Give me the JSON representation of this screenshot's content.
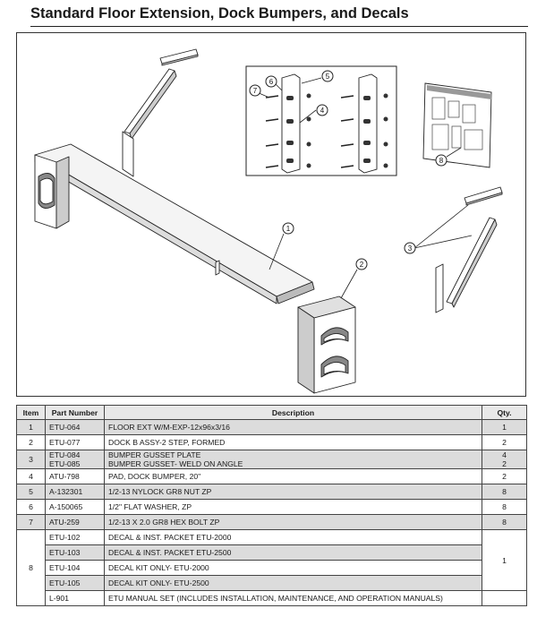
{
  "title": "Standard Floor Extension, Dock Bumpers, and Decals",
  "callouts": [
    "1",
    "2",
    "3",
    "4",
    "5",
    "6",
    "7",
    "8"
  ],
  "table": {
    "headers": {
      "item": "Item",
      "part": "Part Number",
      "desc": "Description",
      "qty": "Qty."
    },
    "rows": [
      {
        "item": "1",
        "parts": [
          "ETU-064"
        ],
        "descs": [
          "FLOOR EXT W/M-EXP-12x96x3/16"
        ],
        "qtys": [
          "1"
        ]
      },
      {
        "item": "2",
        "parts": [
          "ETU-077"
        ],
        "descs": [
          "DOCK B ASSY-2 STEP, FORMED"
        ],
        "qtys": [
          "2"
        ]
      },
      {
        "item": "3",
        "parts": [
          "ETU-084",
          "ETU-085"
        ],
        "descs": [
          "BUMPER GUSSET PLATE",
          "BUMPER GUSSET- WELD ON ANGLE"
        ],
        "qtys": [
          "4",
          "2"
        ]
      },
      {
        "item": "4",
        "parts": [
          "ATU-798"
        ],
        "descs": [
          "PAD, DOCK BUMPER, 20\""
        ],
        "qtys": [
          "2"
        ]
      },
      {
        "item": "5",
        "parts": [
          "A-132301"
        ],
        "descs": [
          "1/2-13 NYLOCK GR8 NUT ZP"
        ],
        "qtys": [
          "8"
        ]
      },
      {
        "item": "6",
        "parts": [
          "A-150065"
        ],
        "descs": [
          "1/2\" FLAT WASHER, ZP"
        ],
        "qtys": [
          "8"
        ]
      },
      {
        "item": "7",
        "parts": [
          "ATU-259"
        ],
        "descs": [
          "1/2-13 X 2.0 GR8 HEX BOLT ZP"
        ],
        "qtys": [
          "8"
        ]
      }
    ],
    "item8": {
      "item": "8",
      "qty": "1",
      "lines": [
        {
          "part": "ETU-102",
          "desc": "DECAL & INST. PACKET ETU-2000"
        },
        {
          "part": "ETU-103",
          "desc": "DECAL & INST. PACKET ETU-2500"
        },
        {
          "part": "ETU-104",
          "desc": "DECAL KIT ONLY- ETU-2000"
        },
        {
          "part": "ETU-105",
          "desc": "DECAL KIT ONLY- ETU-2500"
        },
        {
          "part": "L-901",
          "desc": "ETU MANUAL SET (INCLUDES INSTALLATION, MAINTENANCE, AND OPERATION MANUALS)"
        }
      ]
    }
  }
}
